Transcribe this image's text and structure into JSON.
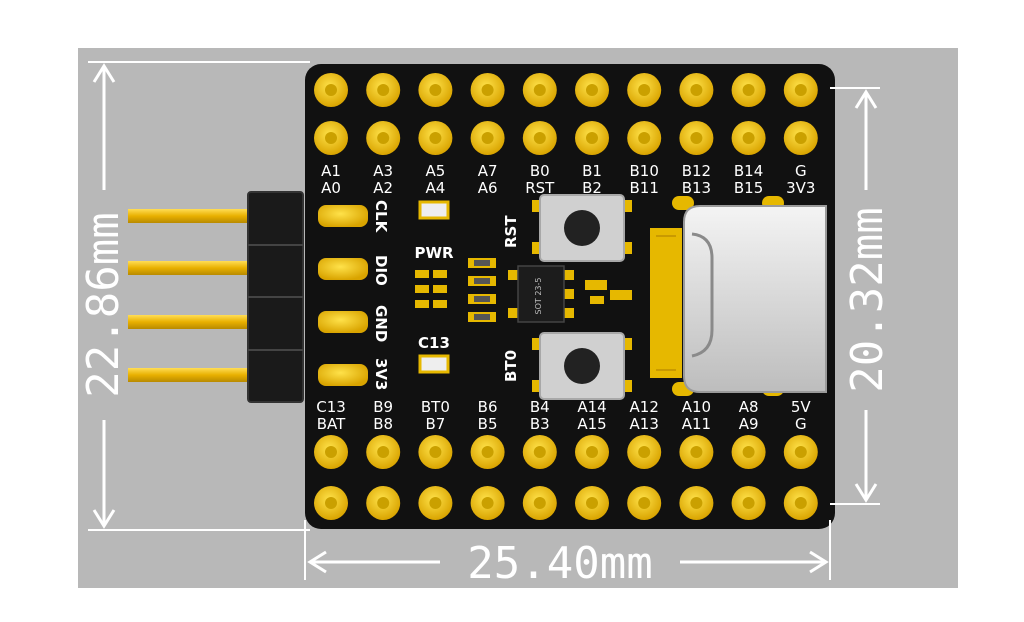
{
  "dimensions": {
    "left": "22.86mm",
    "right": "20.32mm",
    "bottom": "25.40mm"
  },
  "top_labels": [
    [
      "A1",
      "A0"
    ],
    [
      "A3",
      "A2"
    ],
    [
      "A5",
      "A4"
    ],
    [
      "A7",
      "A6"
    ],
    [
      "B0",
      "RST"
    ],
    [
      "B1",
      "B2"
    ],
    [
      "B10",
      "B11"
    ],
    [
      "B12",
      "B13"
    ],
    [
      "B14",
      "B15"
    ],
    [
      "G",
      "3V3"
    ]
  ],
  "bottom_labels": [
    [
      "C13",
      "BAT"
    ],
    [
      "B9",
      "B8"
    ],
    [
      "BT0",
      "B7"
    ],
    [
      "B6",
      "B5"
    ],
    [
      "B4",
      "B3"
    ],
    [
      "A14",
      "A15"
    ],
    [
      "A12",
      "A13"
    ],
    [
      "A10",
      "A11"
    ],
    [
      "A8",
      "A9"
    ],
    [
      "5V",
      "G"
    ]
  ],
  "header_pins": [
    "CLK",
    "DIO",
    "GND",
    "3V3"
  ],
  "components": {
    "pwr_led": "PWR",
    "c13_led": "C13",
    "rst_button": "RST",
    "bt0_button": "BT0",
    "regulator": "SOT 23-5"
  },
  "colors": {
    "board": "#111111",
    "pad": "#e6b800",
    "background": "#b8b8b8",
    "silkscreen": "#ffffff",
    "usb": "#dcdcdc"
  }
}
